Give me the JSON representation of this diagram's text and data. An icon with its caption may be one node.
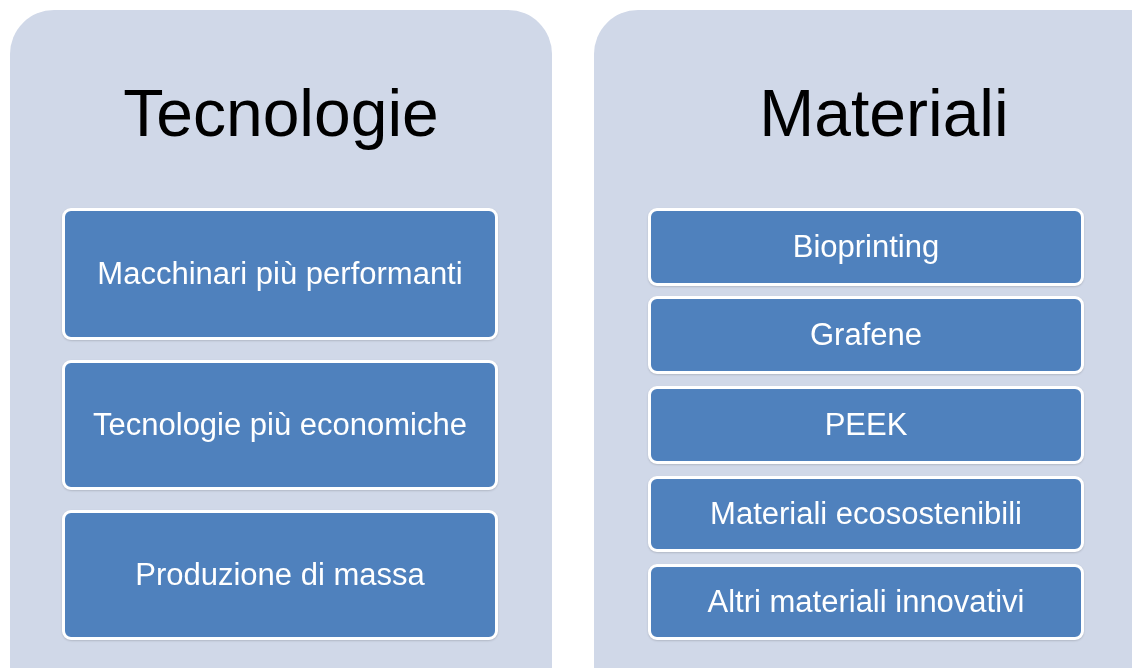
{
  "diagram": {
    "nodes": [
      {
        "text": [
          "Tecnologie"
        ]
      },
      {
        "text": [
          "Macchinari più performanti"
        ],
        "in": 0
      },
      {
        "text": [
          "Tecnologie più economiche"
        ],
        "in": 0
      },
      {
        "text": [
          "Produzione di massa"
        ],
        "in": 0
      },
      {
        "text": [
          "Materiali"
        ]
      },
      {
        "text": [
          "Bioprinting"
        ],
        "in": 4
      },
      {
        "text": [
          "Grafene"
        ],
        "in": 4
      },
      {
        "text": [
          "PEEK"
        ],
        "in": 4
      },
      {
        "text": [
          "Materiali ecosostenibili"
        ],
        "in": 4
      },
      {
        "text": [
          "Altri materiali innovativi"
        ],
        "in": 4
      }
    ]
  }
}
